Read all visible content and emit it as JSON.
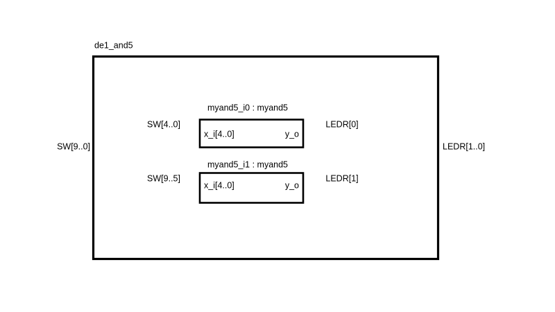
{
  "diagram": {
    "title": "de1_and5",
    "top_block": {
      "name": "de1_and5",
      "external_ports": {
        "input": "SW[9..0]",
        "output": "LEDR[1..0]"
      }
    },
    "instances": [
      {
        "label": "myand5_i0 : myand5",
        "instance_name": "myand5_i0",
        "entity": "myand5",
        "input_port": "x_i[4..0]",
        "output_port": "y_o",
        "input_net": "SW[4..0]",
        "output_net": "LEDR[0]"
      },
      {
        "label": "myand5_i1 : myand5",
        "instance_name": "myand5_i1",
        "entity": "myand5",
        "input_port": "x_i[4..0]",
        "output_port": "y_o",
        "input_net": "SW[9..5]",
        "output_net": "LEDR[1]"
      }
    ],
    "nets": [
      {
        "name": "SW[9..0]",
        "role": "top-input"
      },
      {
        "name": "SW[4..0]",
        "role": "branch-to-i0"
      },
      {
        "name": "SW[9..5]",
        "role": "branch-to-i1"
      },
      {
        "name": "LEDR[0]",
        "role": "from-i0"
      },
      {
        "name": "LEDR[1]",
        "role": "from-i1"
      },
      {
        "name": "LEDR[1..0]",
        "role": "top-output"
      }
    ],
    "colors": {
      "background": "#ffffff",
      "block_outline": "#000000",
      "wire": "#555a5e",
      "text": "#000000"
    }
  }
}
